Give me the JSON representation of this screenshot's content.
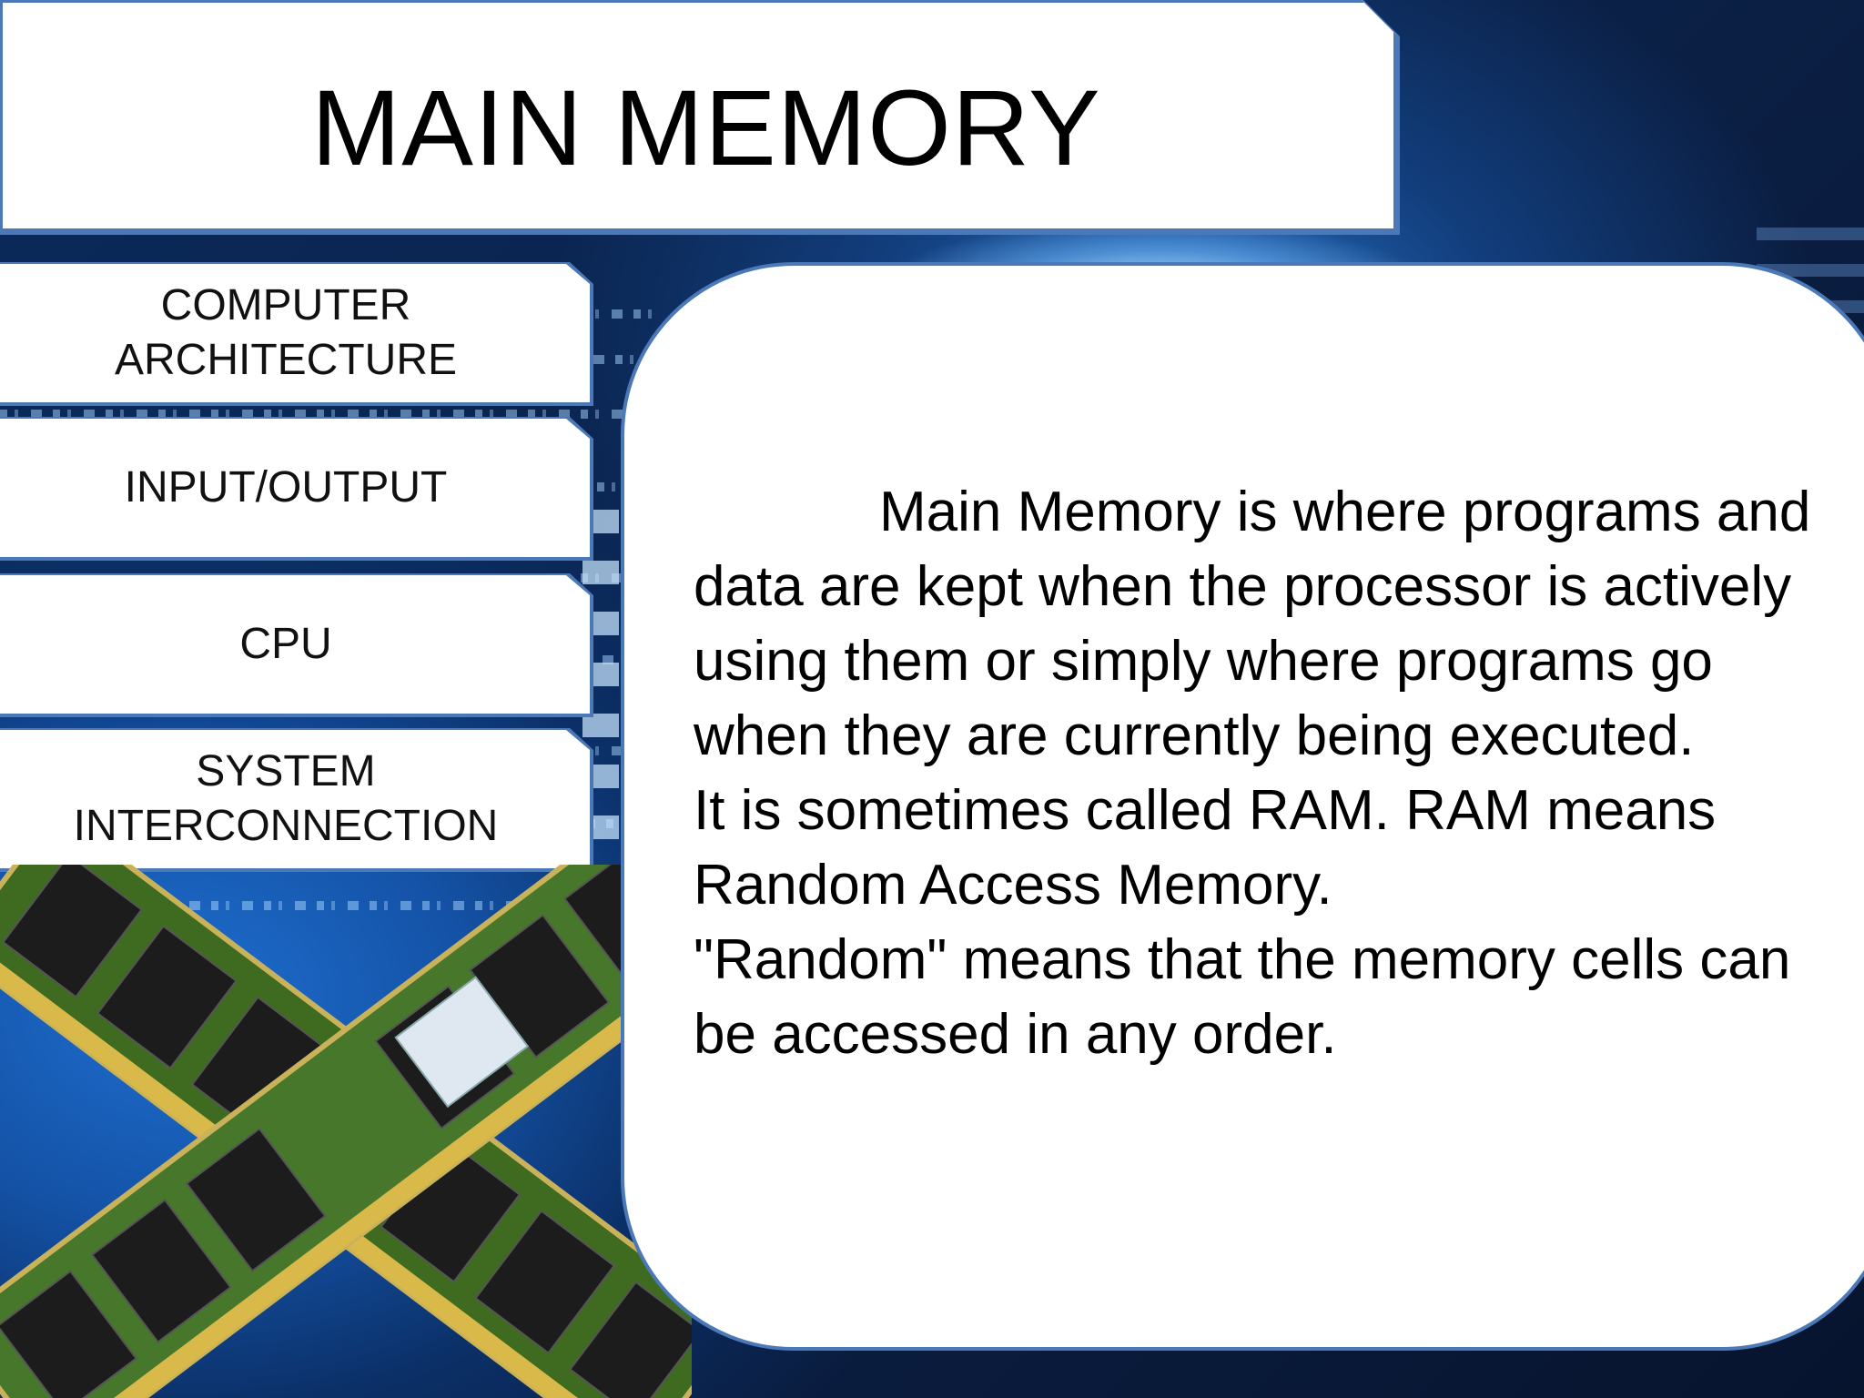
{
  "title": "MAIN MEMORY",
  "nav": {
    "items": [
      {
        "label": "COMPUTER\nARCHITECTURE"
      },
      {
        "label": "INPUT/OUTPUT"
      },
      {
        "label": "CPU"
      },
      {
        "label": "SYSTEM\nINTERCONNECTION"
      }
    ]
  },
  "content": {
    "paragraph_1": "Main Memory is where programs and data are kept when the processor is actively using them or simply where programs go when they are currently being executed.",
    "paragraph_2": "It is sometimes called RAM. RAM means Random Access Memory.",
    "paragraph_3": "\"Random\" means that the memory cells can be accessed in any order."
  },
  "colors": {
    "border": "#4b79b8",
    "background_dark": "#0b1f44",
    "background_accent": "#1e6fd0",
    "panel": "#ffffff"
  },
  "illustration": {
    "icon": "ram-modules-crossed-icon"
  }
}
